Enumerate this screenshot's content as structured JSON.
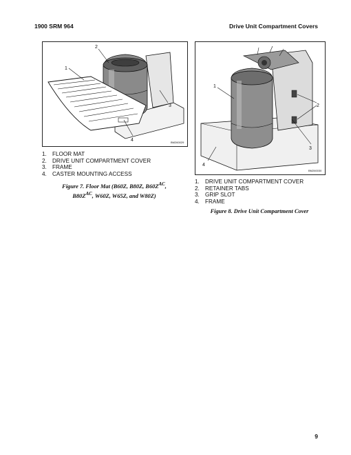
{
  "header": {
    "left": "1900 SRM 964",
    "right": "Drive Unit Compartment Covers"
  },
  "figure7": {
    "image_code": "BM260029",
    "callouts": [
      "1",
      "2",
      "3",
      "4"
    ],
    "legend": [
      {
        "num": "1.",
        "text": "FLOOR MAT"
      },
      {
        "num": "2.",
        "text": "DRIVE UNIT COMPARTMENT COVER"
      },
      {
        "num": "3.",
        "text": "FRAME"
      },
      {
        "num": "4.",
        "text": "CASTER MOUNTING ACCESS"
      }
    ],
    "caption_line1": "Figure 7.  Floor Mat (B60Z, B80Z, B60Z",
    "caption_sup1": "AC",
    "caption_mid": ",",
    "caption_line2a": "B80Z",
    "caption_sup2": "AC",
    "caption_line2b": ", W60Z, W65Z, and W80Z)"
  },
  "figure8": {
    "image_code": "BM260030",
    "callouts": [
      "1",
      "2",
      "3",
      "4"
    ],
    "legend": [
      {
        "num": "1.",
        "text": "DRIVE UNIT COMPARTMENT COVER"
      },
      {
        "num": "2.",
        "text": "RETAINER TABS"
      },
      {
        "num": "3.",
        "text": "GRIP SLOT"
      },
      {
        "num": "4.",
        "text": "FRAME"
      }
    ],
    "caption": "Figure 8.  Drive Unit Compartment Cover"
  },
  "page_number": "9"
}
